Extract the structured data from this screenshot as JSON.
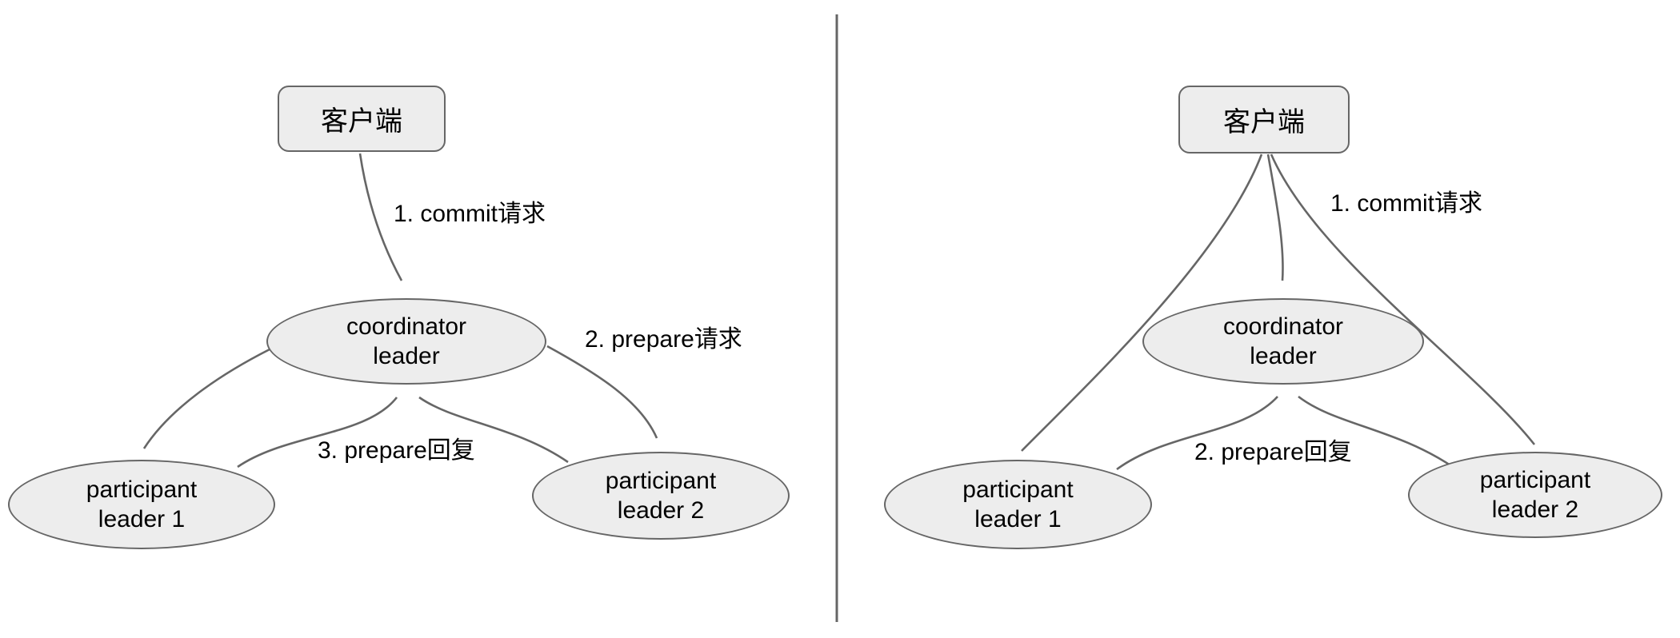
{
  "colors": {
    "line": "#666666",
    "node_fill": "#ededed",
    "text": "#000000",
    "background": "#ffffff"
  },
  "left_panel": {
    "nodes": {
      "client": "客户端",
      "coordinator": [
        "coordinator",
        "leader"
      ],
      "participant1": [
        "participant",
        "leader 1"
      ],
      "participant2": [
        "participant",
        "leader 2"
      ]
    },
    "labels": {
      "commit": "1. commit请求",
      "prepare_request": "2. prepare请求",
      "prepare_reply": "3. prepare回复"
    }
  },
  "right_panel": {
    "nodes": {
      "client": "客户端",
      "coordinator": [
        "coordinator",
        "leader"
      ],
      "participant1": [
        "participant",
        "leader 1"
      ],
      "participant2": [
        "participant",
        "leader 2"
      ]
    },
    "labels": {
      "commit": "1. commit请求",
      "prepare_reply": "2. prepare回复"
    }
  }
}
